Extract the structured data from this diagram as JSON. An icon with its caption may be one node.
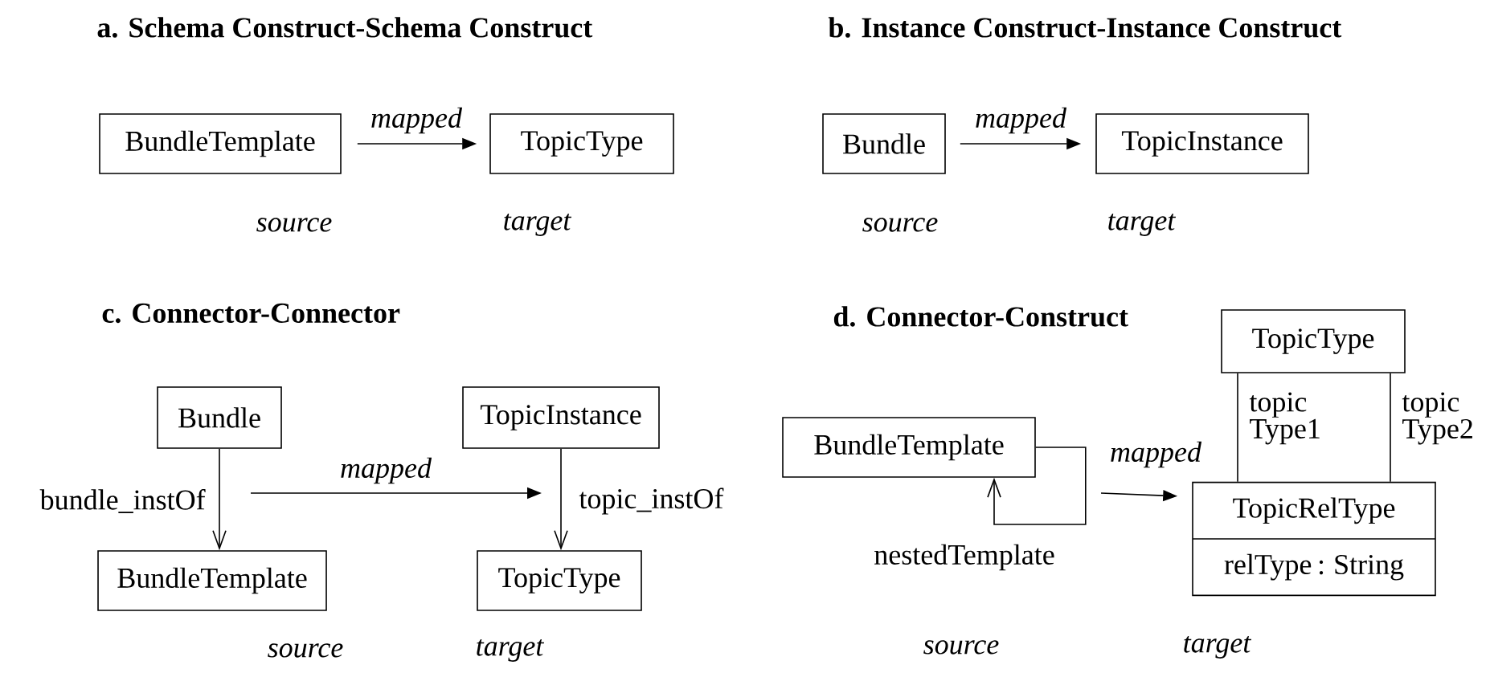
{
  "diagram": {
    "nodes": [
      {
        "text": [
          "BundleTemplate"
        ]
      },
      {
        "text": [
          "TopicType"
        ]
      },
      {
        "text": [
          "Bundle"
        ]
      },
      {
        "text": [
          "TopicInstance"
        ]
      },
      {
        "text": [
          "Bundle"
        ]
      },
      {
        "text": [
          "TopicInstance"
        ]
      },
      {
        "text": [
          "BundleTemplate"
        ]
      },
      {
        "text": [
          "TopicType"
        ]
      },
      {
        "text": [
          "BundleTemplate"
        ]
      },
      {
        "text": [
          "TopicType"
        ]
      },
      {
        "text": [
          "TopicRelType",
          "relType : String"
        ]
      }
    ],
    "edges": [
      {
        "from": 0,
        "to": 1,
        "arrow": "to",
        "label": "mapped"
      },
      {
        "from": 2,
        "to": 3,
        "arrow": "to",
        "label": "mapped"
      },
      {
        "from": 4,
        "to": 6,
        "arrow": "to",
        "label": "bundle_instOf"
      },
      {
        "from": 5,
        "to": 7,
        "arrow": "to",
        "label": "topic_instOf"
      },
      {
        "from": 8,
        "to": 8,
        "arrow": "to",
        "label": "nestedTemplate"
      },
      {
        "from": null,
        "to": 10,
        "arrow": "to",
        "label": "mapped"
      },
      {
        "from": 9,
        "to": 10,
        "arrow": "none",
        "label": "topic Type1"
      },
      {
        "from": 9,
        "to": 10,
        "arrow": "none",
        "label": "topic Type2"
      }
    ],
    "labels": [
      "a. Schema Construct-Schema Construct",
      "b. Instance Construct-Instance Construct",
      "source",
      "target",
      "source",
      "target",
      "c. Connector-Connector",
      "d. Connector-Construct",
      "mapped",
      "source",
      "target",
      "source",
      "target"
    ]
  }
}
